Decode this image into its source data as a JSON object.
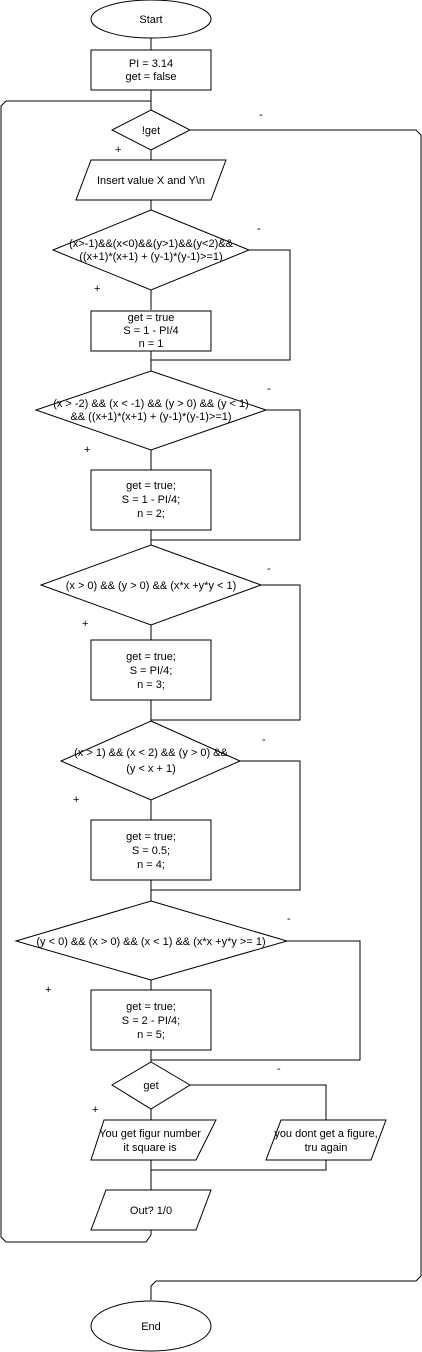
{
  "nodes": {
    "start": "Start",
    "init": [
      "PI = 3.14",
      "get = false"
    ],
    "check_get": "!get",
    "input": "Insert value X and Y\\n",
    "cond1": [
      "(x>-1)&&(x<0)&&(y>1)&&(y<2)&&",
      "((x+1)*(x+1) + (y-1)*(y-1)>=1)"
    ],
    "act1": [
      "get = true",
      "S = 1 - PI/4",
      "n = 1"
    ],
    "cond2": [
      "(x > -2) && (x < -1) && (y > 0) && (y < 1)",
      "&& ((x+1)*(x+1) + (y-1)*(y-1)>=1)"
    ],
    "act2": [
      "get = true;",
      "S = 1 - PI/4;",
      "n = 2;"
    ],
    "cond3": [
      "(x > 0) && (y > 0) && (x*x +y*y < 1)"
    ],
    "act3": [
      "get = true;",
      "S = PI/4;",
      "n = 3;"
    ],
    "cond4": [
      "(x > 1) && (x < 2) && (y > 0) &&",
      "(y < x + 1)"
    ],
    "act4": [
      "get = true;",
      "S = 0.5;",
      "n = 4;"
    ],
    "cond5": [
      "(y < 0) && (x > 0) && (x < 1) && (x*x +y*y >= 1)"
    ],
    "act5": [
      "get = true;",
      "S = 2 - PI/4;",
      "n = 5;"
    ],
    "check_get2": "get",
    "out_yes": [
      "You get figur number",
      "it square is"
    ],
    "out_no": [
      "you dont get a figure,",
      "tru again"
    ],
    "out_prompt": "Out? 1/0",
    "end": "End"
  },
  "labels": {
    "yes": "+",
    "no": "-"
  }
}
